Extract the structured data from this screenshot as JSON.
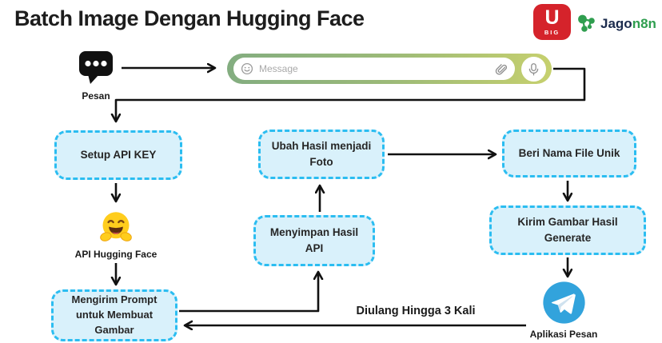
{
  "title": "Batch Image Dengan Hugging Face",
  "brand": {
    "ubig_letter": "U",
    "ubig_sub": "BIG",
    "jago_prefix": "Jago",
    "jago_suffix": "n8n"
  },
  "chat_icon_label": "Pesan",
  "message_bar": {
    "placeholder": "Message"
  },
  "nodes": {
    "setup": {
      "label": "Setup API KEY"
    },
    "ubah": {
      "label": "Ubah Hasil menjadi Foto"
    },
    "beri": {
      "label": "Beri Nama File Unik"
    },
    "kirim": {
      "label": "Kirim Gambar Hasil Generate"
    },
    "menyimpan": {
      "label": "Menyimpan Hasil API"
    },
    "mengirim": {
      "label": "Mengirim Prompt untuk Membuat Gambar"
    }
  },
  "icon_labels": {
    "hugging_face": "API Hugging Face",
    "telegram": "Aplikasi Pesan"
  },
  "loop_label": "Diulang Hingga 3 Kali",
  "colors": {
    "box_fill": "#d9f1fb",
    "box_border": "#2bbdf1",
    "arrow": "#111111",
    "telegram_blue": "#32a3dc",
    "ubig_red": "#d5232b",
    "n8n_green": "#2f9e4f",
    "bar_green_left": "#83ad80",
    "bar_green_right": "#c6d06e",
    "hugging_face_yellow": "#ffcd1d"
  }
}
